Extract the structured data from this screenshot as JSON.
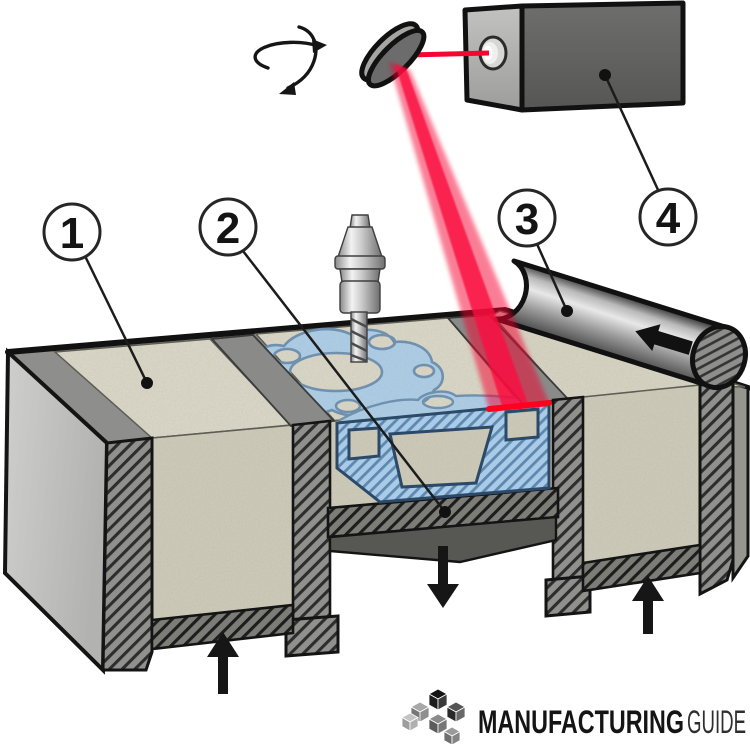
{
  "callouts": [
    {
      "number": "1"
    },
    {
      "number": "2"
    },
    {
      "number": "3"
    },
    {
      "number": "4"
    }
  ],
  "logo": {
    "text_bold": "MANUFACTURING",
    "text_light": "GUIDE"
  },
  "colors": {
    "laser_red": "#f5052f",
    "melt_red": "#ff001e",
    "part_blue": "#a9cbe7",
    "part_blue_stroke": "#2e4c6a",
    "part_hatch_blue": "#5e88ae",
    "powder_top_tan": "#dcd9c9",
    "powder_front_tan": "#cfccbb",
    "deck_gray": "#8e8f8c",
    "side_gray": "#c5c5c3",
    "wall_gray": "#90908d",
    "piston_gray": "#7d7d78",
    "outline_black": "#161616"
  }
}
